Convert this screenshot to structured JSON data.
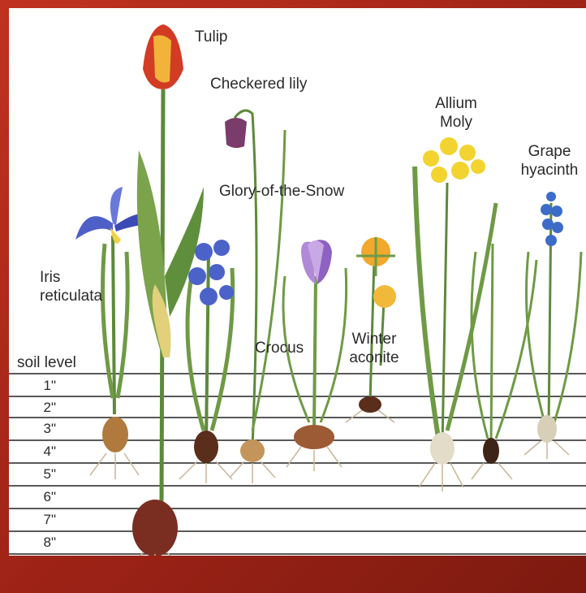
{
  "labels": {
    "tulip": "Tulip",
    "checkered_lily": "Checkered lily",
    "allium": [
      "Allium",
      "Moly"
    ],
    "grape_hyacinth": [
      "Grape",
      "hyacinth"
    ],
    "glory_of_the_snow": "Glory-of-the-Snow",
    "iris": [
      "Iris",
      "reticulata"
    ],
    "crocus": "Crocus",
    "winter_aconite": [
      "Winter",
      "aconite"
    ],
    "soil_level": "soil level"
  },
  "depths": [
    "1\"",
    "2\"",
    "3\"",
    "4\"",
    "5\"",
    "6\"",
    "7\"",
    "8\""
  ],
  "colors": {
    "border": "#a7261a",
    "lines": "#222222",
    "stem": "#5d8a3a",
    "bulb": "#8a5a2e"
  }
}
